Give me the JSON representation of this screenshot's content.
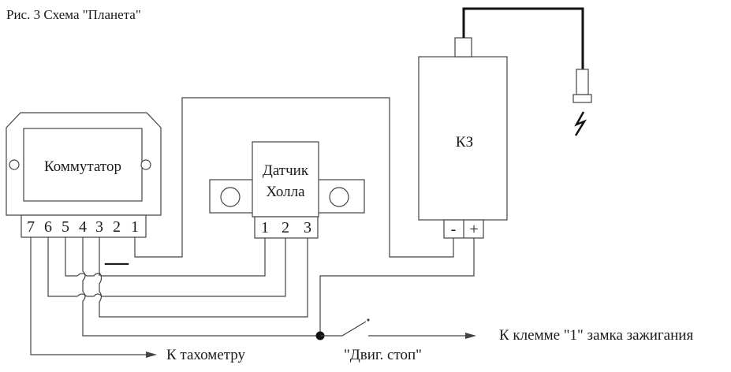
{
  "caption": "Рис. 3  Схема \"Планета\"",
  "kommutator": {
    "label": "Коммутатор",
    "pins": [
      "7",
      "6",
      "5",
      "4",
      "3",
      "2",
      "1"
    ]
  },
  "hall_sensor": {
    "label_line1": "Датчик",
    "label_line2": "Холла",
    "pins": [
      "1",
      "2",
      "3"
    ]
  },
  "coil": {
    "label": "КЗ",
    "terminal_minus": "-",
    "terminal_plus": "+"
  },
  "ground_symbol": "—",
  "outputs": {
    "tachometer": "К тахометру",
    "engine_stop": "\"Двиг. стоп\"",
    "ignition_terminal": "К клемме \"1\" замка зажигания"
  }
}
